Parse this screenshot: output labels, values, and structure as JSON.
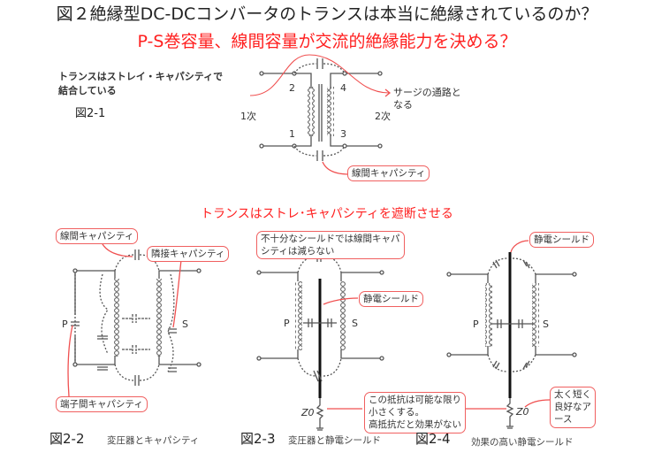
{
  "title": "図２絶縁型DC-DCコンバータのトランスは本当に絶縁されているのか？",
  "subtitle": "P-S巻容量、線間容量が交流的絶縁能力を決める？",
  "fig1": {
    "description_line1": "トランスはストレイ・キャパシティで",
    "description_line2": "結合している",
    "caption": "図2-1",
    "primary_label": "1次",
    "secondary_label": "2次",
    "pins": [
      "2",
      "4",
      "1",
      "3"
    ],
    "surge_label_line1": "サージの通路と",
    "surge_label_line2": "なる",
    "interwinding_cap": "線間キャパシティ"
  },
  "section2_heading": "トランスはストレ･キャパシティを遮断させる",
  "fig2": {
    "caption": "図2-2",
    "caption_text": "変圧器とキャパシティ",
    "label_interwinding": "線間キャパシティ",
    "label_adjacent": "隣接キャパシティ",
    "label_terminal": "端子間キャパシティ",
    "p": "P",
    "s": "S"
  },
  "fig3": {
    "caption": "図2-3",
    "caption_text": "変圧器と静電シールド",
    "note_line1": "不十分なシールドでは線間キャパ",
    "note_line2": "シティは減らない",
    "shield_label": "静電シールド",
    "resistor_note_line1": "この抵抗は可能な限り",
    "resistor_note_line2": "小さくする。",
    "resistor_note_line3": "高抵抗だと効果がない",
    "z0": "Z0",
    "p": "P",
    "s": "S"
  },
  "fig4": {
    "caption": "図2-4",
    "caption_text": "効果の高い静電シールド",
    "shield_label": "静電シールド",
    "ground_note_line1": "太く短く",
    "ground_note_line2": "良好なア",
    "ground_note_line3": "ース",
    "z0": "Z0",
    "p": "P",
    "s": "S"
  },
  "colors": {
    "accent_red": "#ff2020",
    "line": "#444444"
  }
}
